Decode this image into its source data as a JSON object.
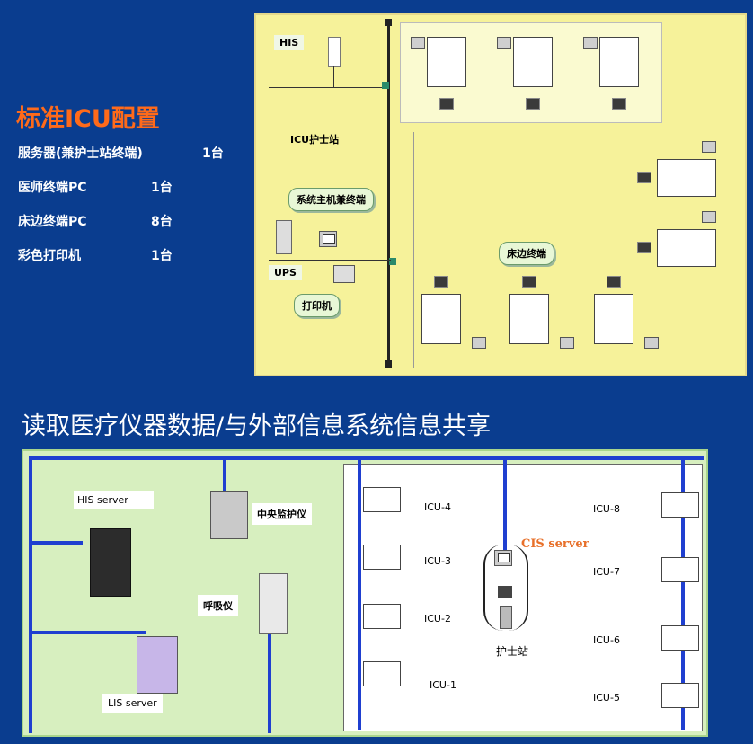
{
  "config": {
    "title": "标准ICU配置",
    "items": [
      {
        "name": "服务器(兼护士站终端)",
        "qty": "1台"
      },
      {
        "name": "医师终端PC",
        "qty": "1台"
      },
      {
        "name": "床边终端PC",
        "qty": "8台"
      },
      {
        "name": "彩色打印机",
        "qty": "1台"
      }
    ]
  },
  "top_diagram": {
    "his": "HIS",
    "nurse_station": "ICU护士站",
    "main_host": "系统主机兼终端",
    "ups": "UPS",
    "printer": "打印机",
    "bedside_terminal": "床边终端"
  },
  "subtitle": "读取医疗仪器数据/与外部信息系统信息共享",
  "bottom_diagram": {
    "his_server": "HIS server",
    "central_monitor": "中央监护仪",
    "ventilator": "呼吸仪",
    "lis_server": "LIS server",
    "cis_server": "CIS server",
    "nurse_station": "护士站",
    "beds_left": [
      "ICU-4",
      "ICU-3",
      "ICU-2",
      "ICU-1"
    ],
    "beds_right": [
      "ICU-8",
      "ICU-7",
      "ICU-6",
      "ICU-5"
    ]
  },
  "colors": {
    "background": "#0a3d8f",
    "title": "#ff6a1a",
    "cis_label": "#e8702a",
    "network_line": "#1f3fd0"
  }
}
